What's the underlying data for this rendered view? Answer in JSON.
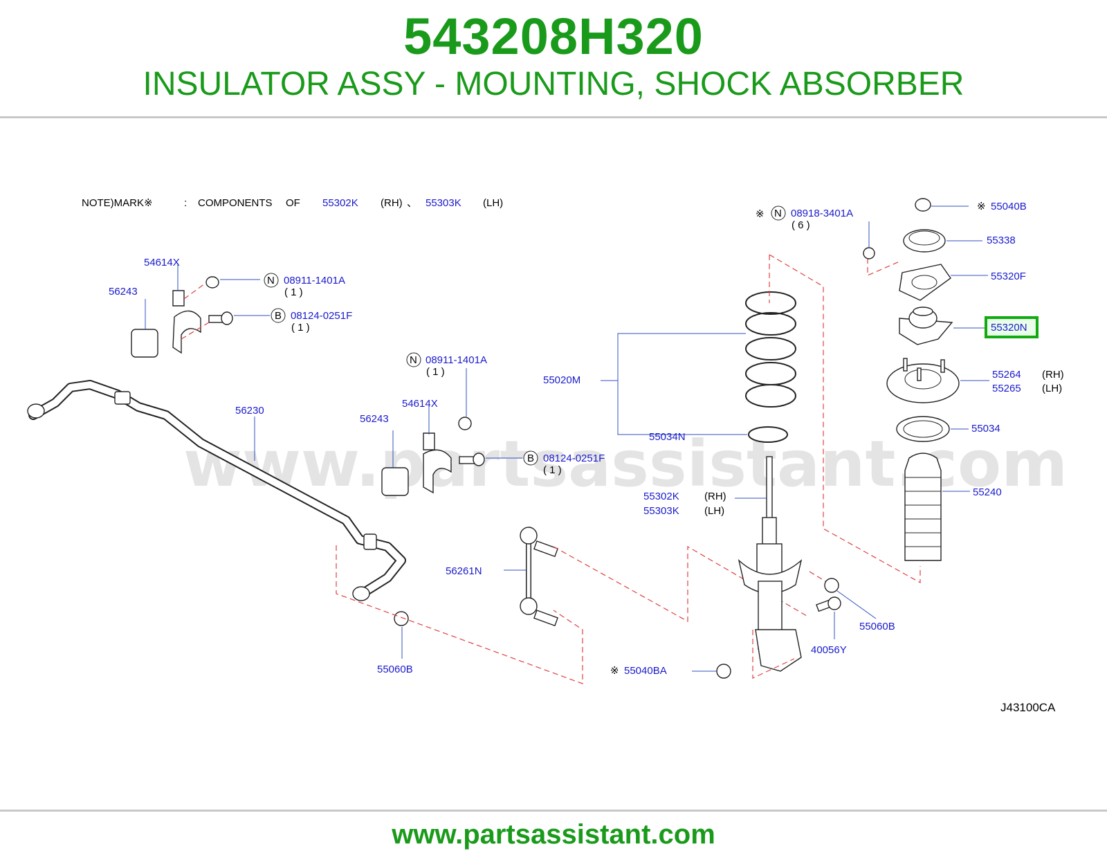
{
  "header": {
    "part_number": "543208H320",
    "title": "INSULATOR ASSY - MOUNTING, SHOCK ABSORBER"
  },
  "note": {
    "prefix": "NOTE)MARK※",
    "colon": ":",
    "components": "COMPONENTS",
    "of": "OF",
    "rh_part": "55302K",
    "rh": "(RH)",
    "sep": "、",
    "lh_part": "55303K",
    "lh": "(LH)"
  },
  "callouts": {
    "c54614x_a": "54614X",
    "c56243_a": "56243",
    "c08911_a": "08911-1401A",
    "c08911_a_qty": "( 1 )",
    "c08124_a": "08124-0251F",
    "c08124_a_qty": "( 1 )",
    "c08911_b": "08911-1401A",
    "c08911_b_qty": "( 1 )",
    "c54614x_b": "54614X",
    "c56243_b": "56243",
    "c08124_b": "08124-0251F",
    "c08124_b_qty": "( 1 )",
    "c56230": "56230",
    "c56261n": "56261N",
    "c55060b_a": "55060B",
    "c08918": "08918-3401A",
    "c08918_qty": "( 6 )",
    "c55020m": "55020M",
    "c55034n": "55034N",
    "c55302k": "55302K",
    "c55302k_side": "(RH)",
    "c55303k": "55303K",
    "c55303k_side": "(LH)",
    "c55040b": "55040B",
    "c55338": "55338",
    "c55320f": "55320F",
    "c55320n": "55320N",
    "c55264": "55264",
    "c55264_side": "(RH)",
    "c55265": "55265",
    "c55265_side": "(LH)",
    "c55034": "55034",
    "c55240": "55240",
    "c55060b_b": "55060B",
    "c40056y": "40056Y",
    "c55040ba": "55040BA",
    "ref_code": "J43100CA"
  },
  "symbols": {
    "mark": "※",
    "n": "N",
    "b": "B"
  },
  "watermark": "www.partsassistant.com",
  "footer": {
    "url": "www.partsassistant.com"
  },
  "highlight": {
    "part": "55320N",
    "color": "#11aa11"
  },
  "colors": {
    "brand_green": "#1a9a1a",
    "label_blue": "#1a1acc",
    "dash_red": "#e04040"
  }
}
